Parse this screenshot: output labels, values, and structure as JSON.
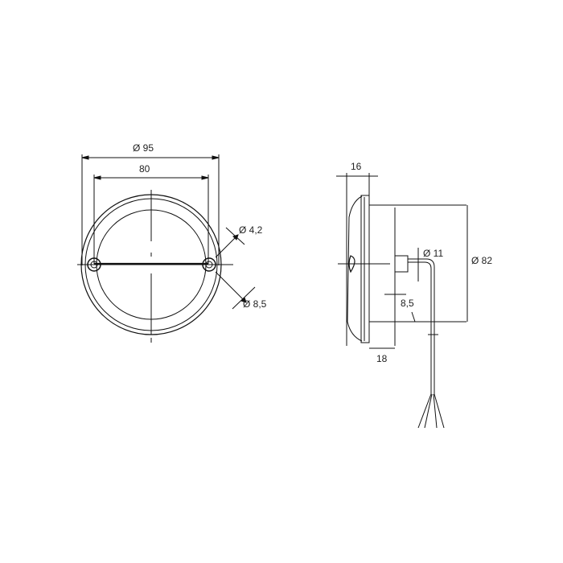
{
  "front_view": {
    "outer_diameter_label": "Ø 95",
    "hole_spacing_label": "80",
    "hole_diameter_label": "Ø 4,2",
    "boss_diameter_label": "Ø 8,5"
  },
  "side_view": {
    "flange_depth_label": "16",
    "body_depth_label": "18",
    "body_diameter_label": "Ø 82",
    "cable_gland_diameter_label": "Ø 11",
    "cable_offset_label": "8,5"
  },
  "colors": {
    "line": "#111111",
    "text": "#222222",
    "background": "#ffffff"
  }
}
